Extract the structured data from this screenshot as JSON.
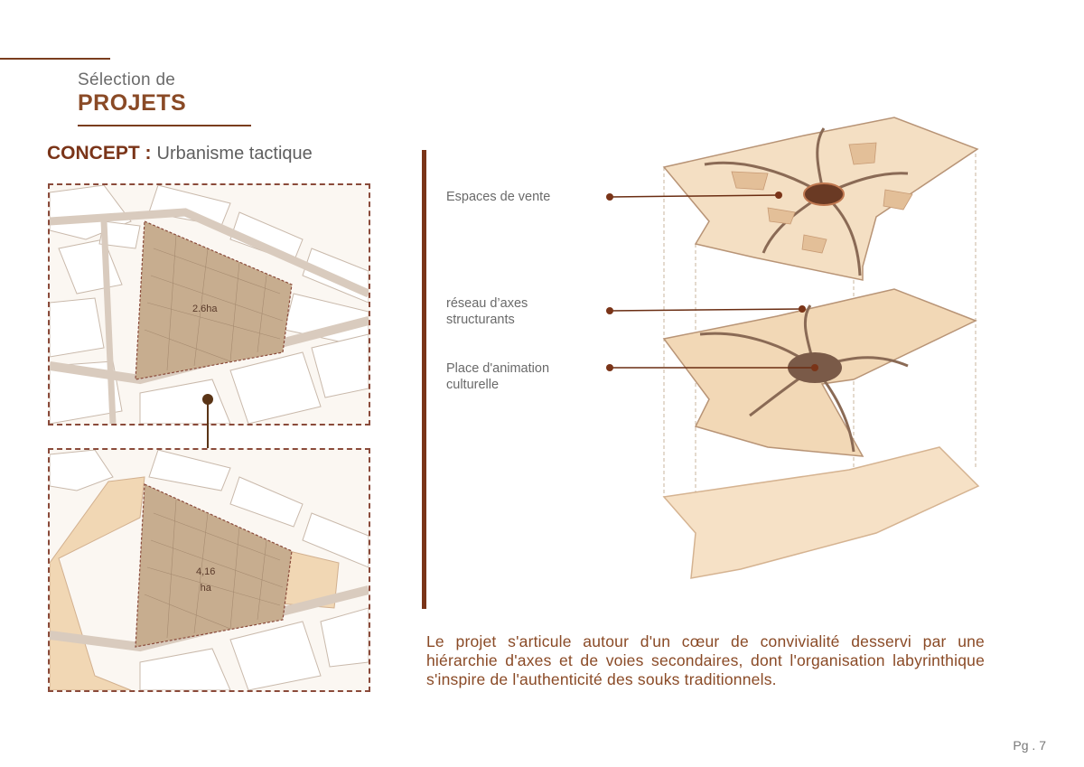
{
  "header": {
    "small_title": "Sélection de",
    "big_title": "PROJETS"
  },
  "concept": {
    "label": "CONCEPT :",
    "subtitle": "Urbanisme tactique"
  },
  "maps": {
    "before_area": "2.6ha",
    "after_area_line1": "4,16",
    "after_area_line2": "ha"
  },
  "legend": {
    "vente": "Espaces de vente",
    "axes": "réseau d’axes structurants",
    "place": "Place d'animation culturelle"
  },
  "description": "Le projet s'articule autour d'un cœur de convivialité desservi par une hiérarchie d'axes et de voies secondaires, dont l'organisation labyrinthique s'inspire de l'authenticité des souks traditionnels.",
  "page": "Pg . 7",
  "colors": {
    "accent": "#7a3418",
    "title_brown": "#8a4a26",
    "layer_fill": "#f4dfc3",
    "core_fill": "#7a5a48"
  }
}
